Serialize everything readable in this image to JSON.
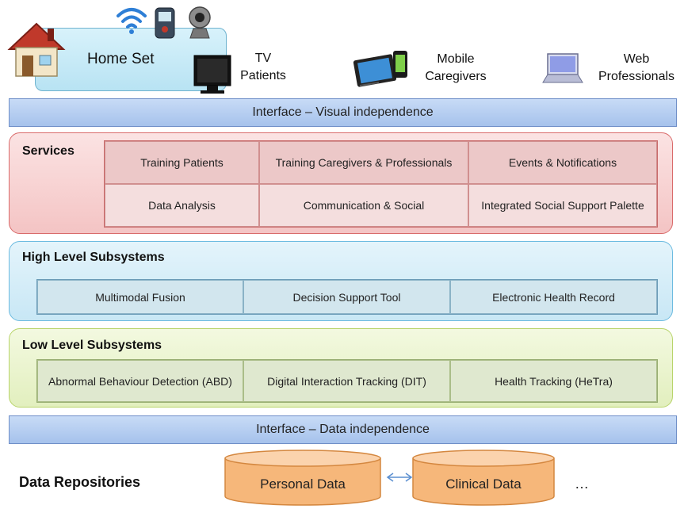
{
  "devices": {
    "home_set": "Home Set",
    "tv": {
      "line1": "TV",
      "line2": "Patients"
    },
    "mobile": {
      "line1": "Mobile",
      "line2": "Caregivers"
    },
    "web": {
      "line1": "Web",
      "line2": "Professionals"
    }
  },
  "interfaces": {
    "visual": "Interface – Visual independence",
    "data": "Interface – Data independence"
  },
  "services": {
    "title": "Services",
    "row1": [
      "Training Patients",
      "Training Caregivers & Professionals",
      "Events & Notifications"
    ],
    "row2": [
      "Data Analysis",
      "Communication & Social",
      "Integrated Social Support Palette"
    ]
  },
  "high_level": {
    "title": "High Level Subsystems",
    "items": [
      "Multimodal Fusion",
      "Decision Support Tool",
      "Electronic Health Record"
    ]
  },
  "low_level": {
    "title": "Low Level Subsystems",
    "items": [
      "Abnormal Behaviour Detection (ABD)",
      "Digital Interaction Tracking (DIT)",
      "Health Tracking (HeTra)"
    ]
  },
  "repositories": {
    "label": "Data Repositories",
    "personal": "Personal Data",
    "clinical": "Clinical Data",
    "more": "…"
  },
  "colors": {
    "services_border": "#d96a6a",
    "high_border": "#6cbbe0",
    "low_border": "#b8d46a",
    "interface_fill": "#a6c2ec",
    "cylinder_fill": "#f6b77a"
  }
}
